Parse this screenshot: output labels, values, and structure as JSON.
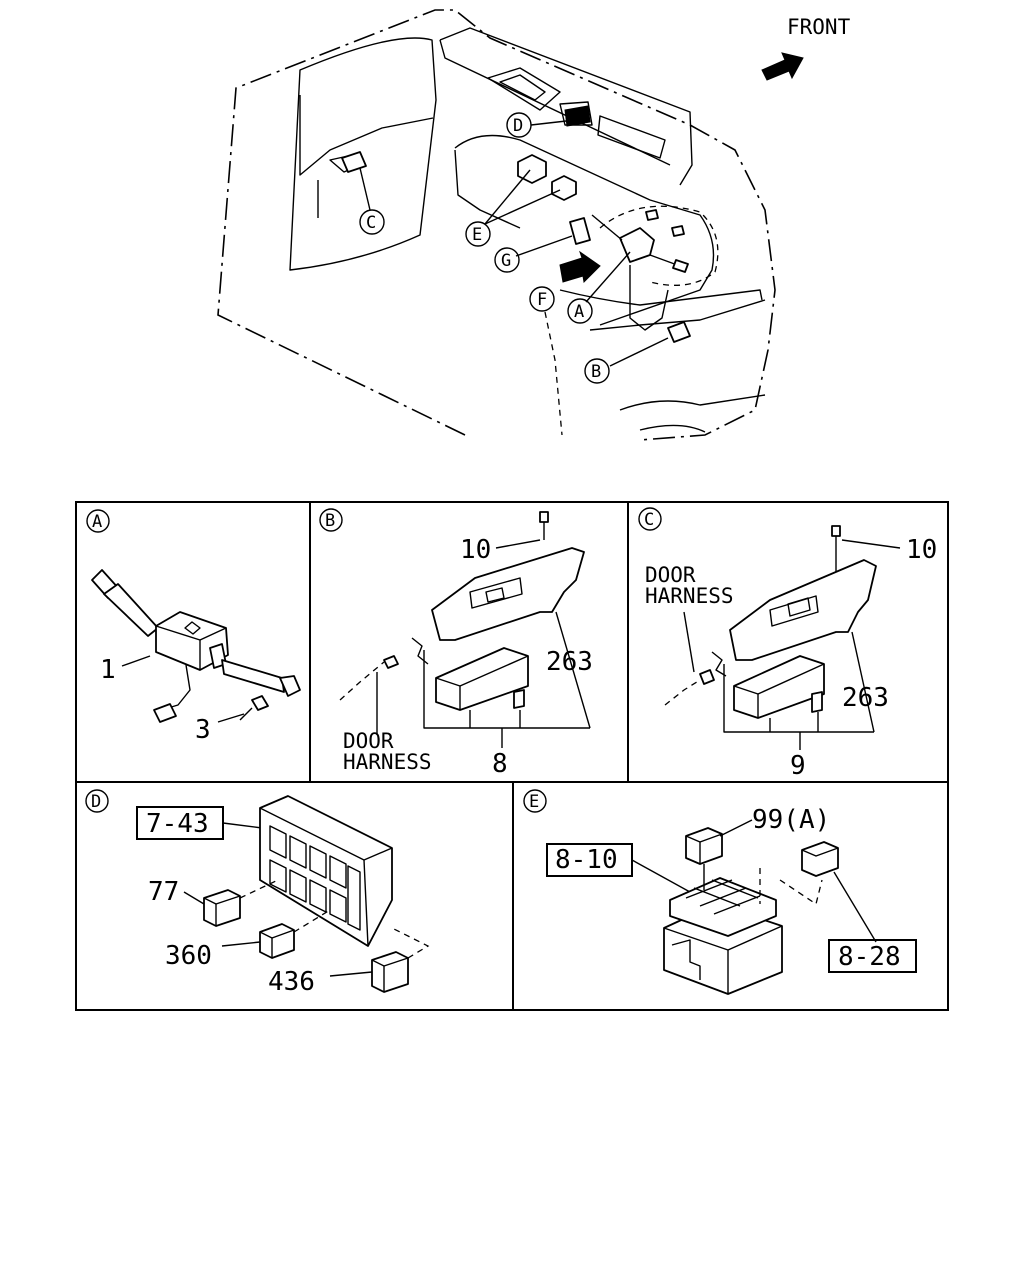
{
  "overview": {
    "front_label": "FRONT",
    "callouts": [
      "A",
      "B",
      "C",
      "D",
      "E",
      "F",
      "G"
    ]
  },
  "panels": [
    {
      "id": "A",
      "parts": [
        "1",
        "3"
      ]
    },
    {
      "id": "B",
      "parts": [
        "10",
        "263",
        "8"
      ],
      "harness_label_line1": "DOOR",
      "harness_label_line2": "HARNESS"
    },
    {
      "id": "C",
      "parts": [
        "10",
        "263",
        "9"
      ],
      "harness_label_line1": "DOOR",
      "harness_label_line2": "HARNESS"
    },
    {
      "id": "D",
      "ref": "7-43",
      "parts": [
        "77",
        "360",
        "436"
      ]
    },
    {
      "id": "E",
      "ref1": "8-10",
      "ref2": "8-28",
      "parts": [
        "99(A)"
      ]
    }
  ]
}
